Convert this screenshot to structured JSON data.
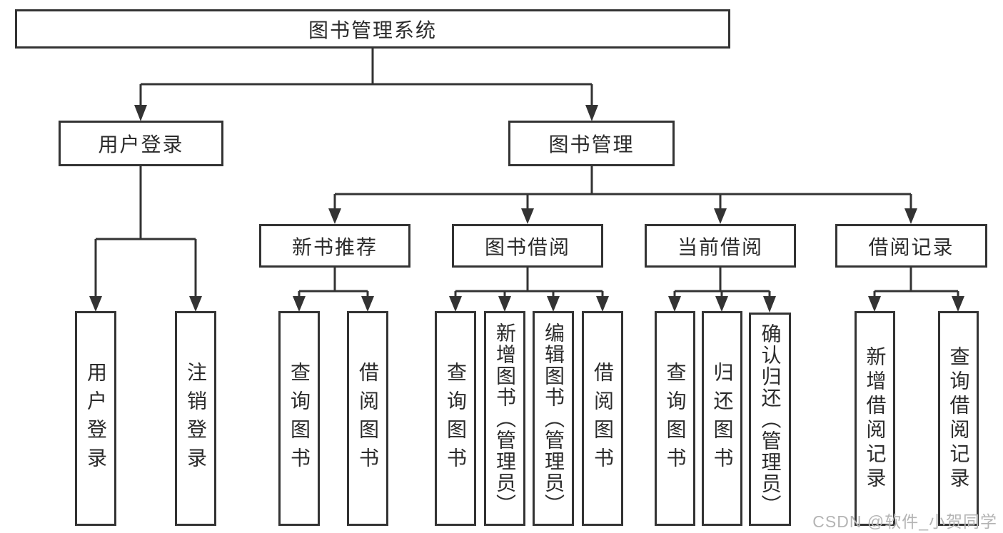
{
  "diagram_type": "hierarchy-tree",
  "colors": {
    "line": "#333333",
    "box_border": "#333333",
    "box_fill": "#ffffff",
    "text": "#2b2b2b",
    "watermark": "#b4b4b4",
    "background": "#ffffff"
  },
  "tree": {
    "label": "图书管理系统",
    "children": [
      {
        "label": "用户登录",
        "children": [
          {
            "label": "用户登录"
          },
          {
            "label": "注销登录"
          }
        ]
      },
      {
        "label": "图书管理",
        "children": [
          {
            "label": "新书推荐",
            "children": [
              {
                "label": "查询图书"
              },
              {
                "label": "借阅图书"
              }
            ]
          },
          {
            "label": "图书借阅",
            "children": [
              {
                "label": "查询图书"
              },
              {
                "label": "新增图书（管理员）"
              },
              {
                "label": "编辑图书（管理员）"
              },
              {
                "label": "借阅图书"
              }
            ]
          },
          {
            "label": "当前借阅",
            "children": [
              {
                "label": "查询图书"
              },
              {
                "label": "归还图书"
              },
              {
                "label": "确认归还（管理员）"
              }
            ]
          },
          {
            "label": "借阅记录",
            "children": [
              {
                "label": "新增借阅记录"
              },
              {
                "label": "查询借阅记录"
              }
            ]
          }
        ]
      }
    ]
  },
  "watermark": {
    "text": "CSDN @软件_小贺同学"
  }
}
